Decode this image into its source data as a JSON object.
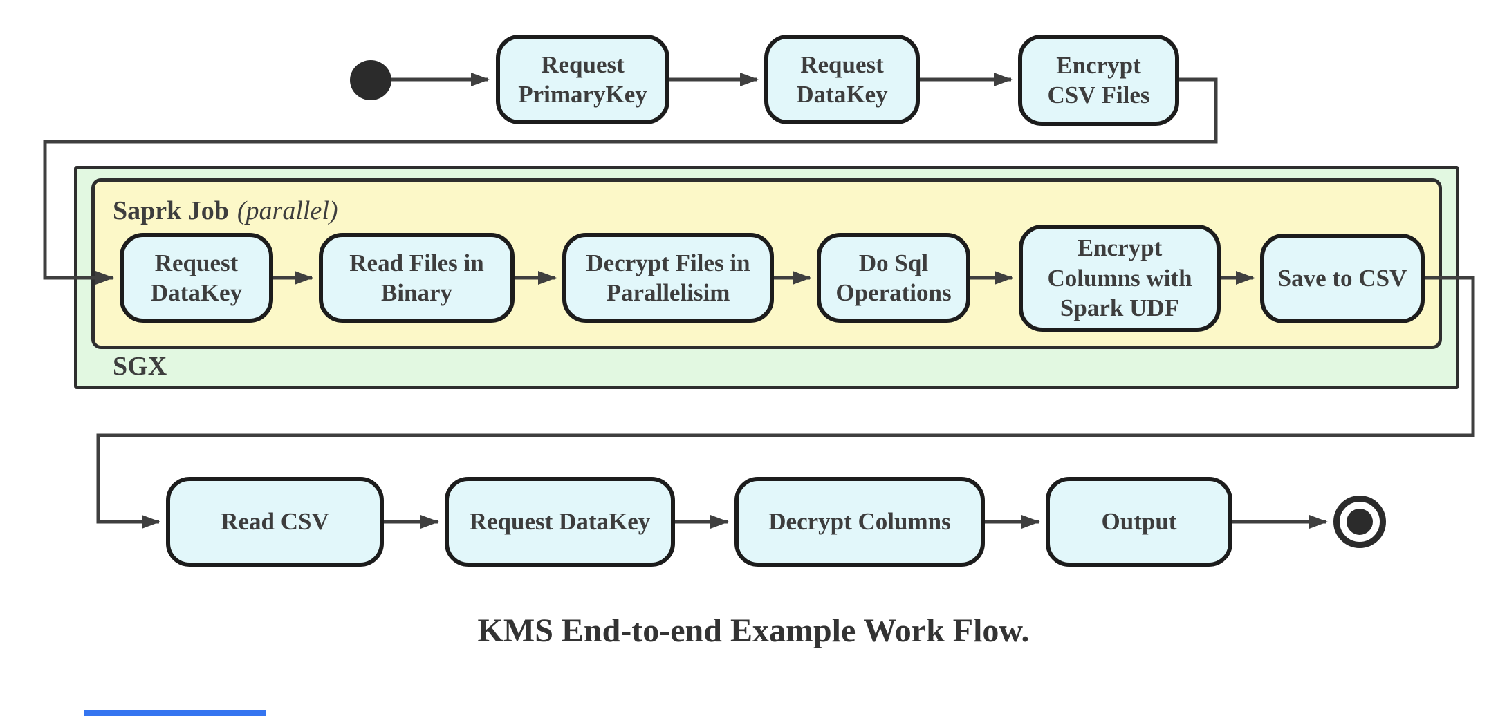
{
  "caption": "KMS End-to-end Example Work Flow.",
  "colors": {
    "node_fill": "#e2f7fa",
    "node_border": "#1c1c1c",
    "spark_container_fill": "#fcf8c8",
    "sgx_container_fill": "#e2f8e1",
    "container_border": "#2e2e2e",
    "connector": "#3f3f3f",
    "text": "#3d3d3d",
    "artifact_bar": "#3575f0"
  },
  "containers": {
    "sgx": {
      "label": "SGX"
    },
    "spark_job": {
      "label": "Saprk Job",
      "annotation": "(parallel)"
    }
  },
  "flows": {
    "top": [
      {
        "label": "Request\nPrimaryKey"
      },
      {
        "label": "Request\nDataKey"
      },
      {
        "label": "Encrypt\nCSV Files"
      }
    ],
    "sgx_inner": [
      {
        "label": "Request\nDataKey"
      },
      {
        "label": "Read Files in\nBinary"
      },
      {
        "label": "Decrypt Files in\nParallelisim"
      },
      {
        "label": "Do Sql\nOperations"
      },
      {
        "label": "Encrypt\nColumns with\nSpark UDF"
      },
      {
        "label": "Save to CSV"
      }
    ],
    "bottom": [
      {
        "label": "Read CSV"
      },
      {
        "label": "Request DataKey"
      },
      {
        "label": "Decrypt Columns"
      },
      {
        "label": "Output"
      }
    ]
  }
}
